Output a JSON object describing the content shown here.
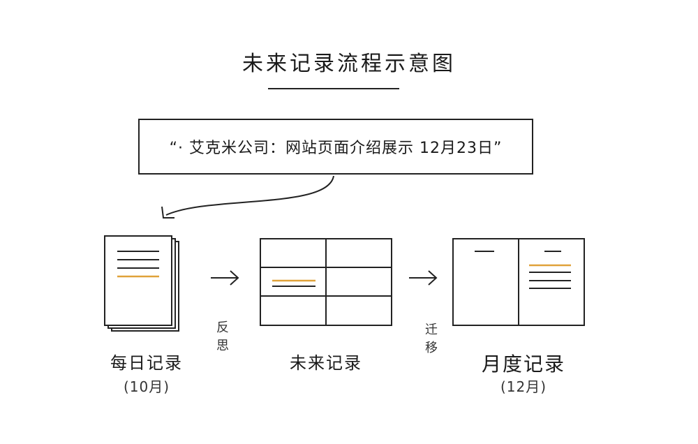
{
  "title": "未来记录流程示意图",
  "quote": "“· 艾克米公司：网站页面介绍展示 12月23日”",
  "stages": [
    {
      "name": "每日记录",
      "sub": "(10月)"
    },
    {
      "name": "未来记录",
      "sub": ""
    },
    {
      "name": "月度记录",
      "sub": "(12月)"
    }
  ],
  "transitions": [
    {
      "label": "反思"
    },
    {
      "label": "迁移"
    }
  ],
  "colors": {
    "ink": "#1a1a1a",
    "highlight": "#e0a23a"
  }
}
